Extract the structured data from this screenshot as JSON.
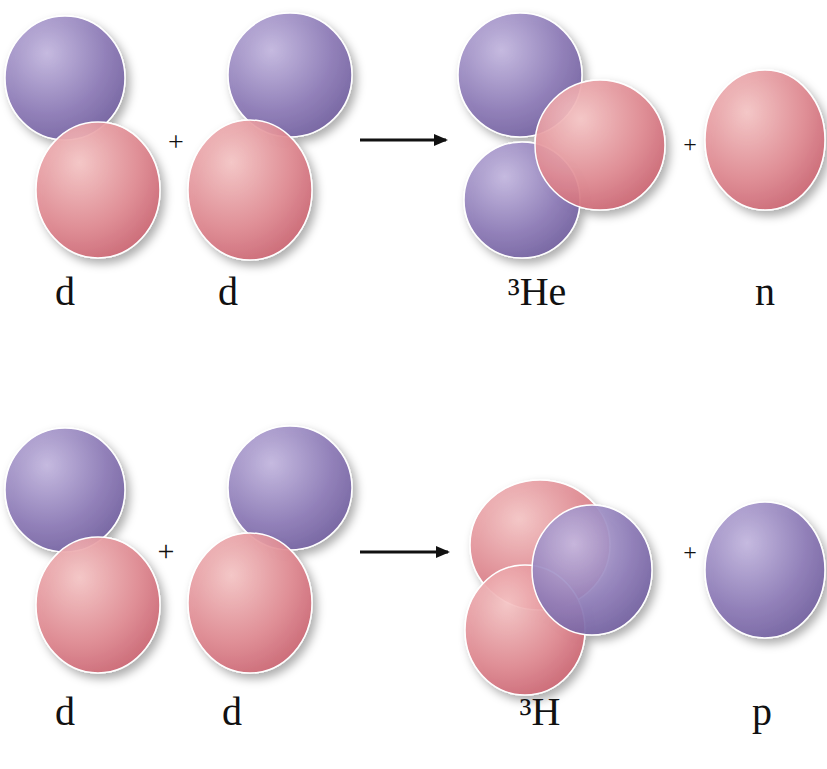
{
  "diagram": {
    "labels": [
      "d",
      "+",
      "d",
      "³He",
      "+",
      "n",
      "d",
      "+",
      "d",
      "³H",
      "+",
      "p"
    ]
  }
}
